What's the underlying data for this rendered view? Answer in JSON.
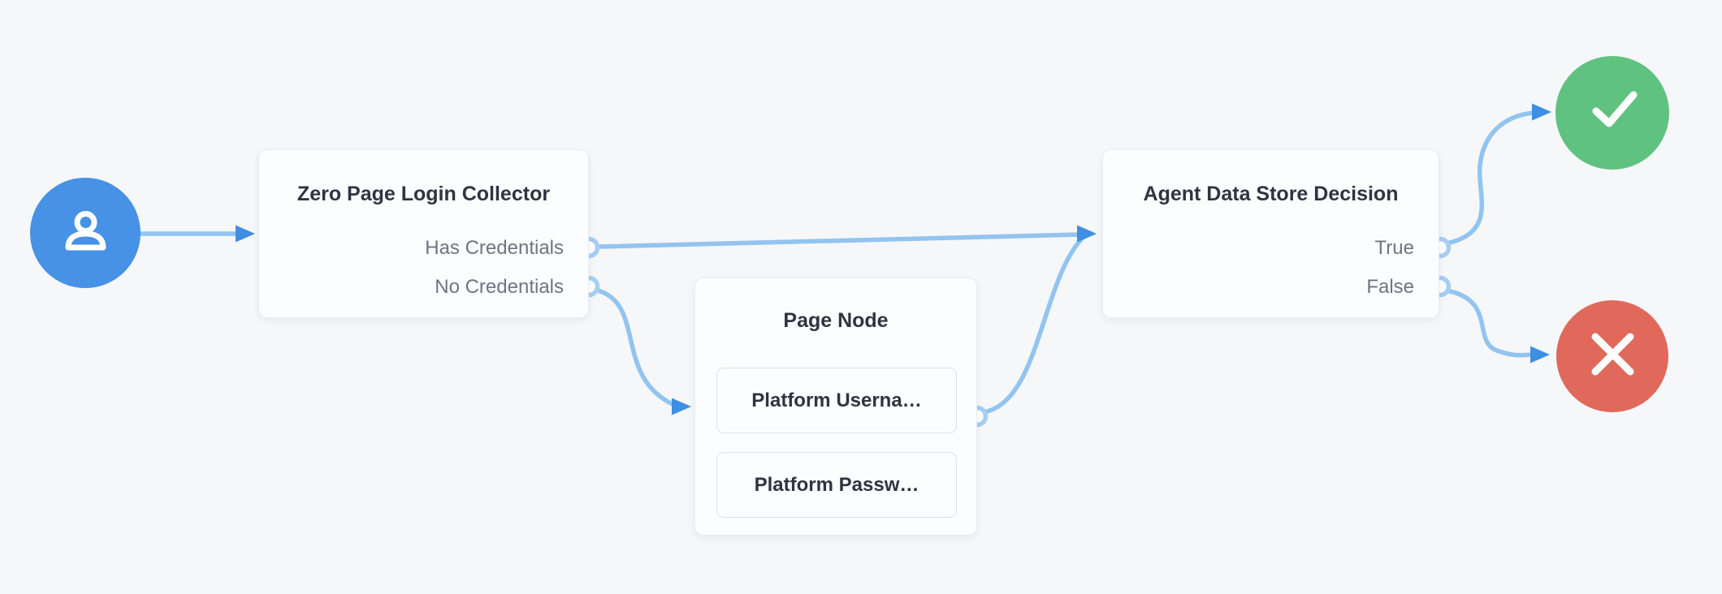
{
  "colors": {
    "background": "#f5f7f9",
    "node-bg": "#fcfdfe",
    "node-border": "#e9edf2",
    "title-text": "#2f3440",
    "label-text": "#6e7582",
    "edge": "#92c4ef",
    "arrow": "#3e8ee3",
    "port-stroke": "#a6cef4",
    "start-blue": "#4791e6",
    "success-green": "#60c280",
    "failure-red": "#e0695c",
    "field-border": "#dce1e7"
  },
  "nodes": {
    "start": {
      "icon": "user-icon",
      "color": "#4791e6"
    },
    "collector": {
      "title": "Zero Page Login Collector",
      "outputs": [
        "Has Credentials",
        "No Credentials"
      ]
    },
    "page": {
      "title": "Page Node",
      "fields": [
        "Platform Userna…",
        "Platform Passw…"
      ]
    },
    "decision": {
      "title": "Agent Data Store Decision",
      "outputs": [
        "True",
        "False"
      ]
    },
    "success": {
      "icon": "check-icon",
      "color": "#60c280"
    },
    "failure": {
      "icon": "x-icon",
      "color": "#e0695c"
    }
  },
  "edges": [
    {
      "from": "start",
      "to": "zero-page-login-collector"
    },
    {
      "from": "zero-page-login-collector.has-credentials",
      "to": "agent-data-store-decision"
    },
    {
      "from": "zero-page-login-collector.no-credentials",
      "to": "page-node"
    },
    {
      "from": "page-node.output",
      "to": "agent-data-store-decision"
    },
    {
      "from": "agent-data-store-decision.true",
      "to": "success"
    },
    {
      "from": "agent-data-store-decision.false",
      "to": "failure"
    }
  ]
}
